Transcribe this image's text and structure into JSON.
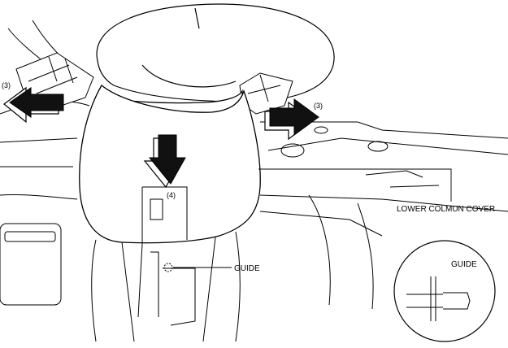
{
  "labels": {
    "step3_left": "(3)",
    "step3_right": "(3)",
    "step4": "(4)",
    "guide": "GUIDE",
    "lower_column_cover": "LOWER COLMUN COVER",
    "detail_guide": "GUIDE"
  },
  "colors": {
    "line": "#000000",
    "arrow_fill": "#111111",
    "arrow_face": "#ffffff",
    "background": "#ffffff"
  }
}
